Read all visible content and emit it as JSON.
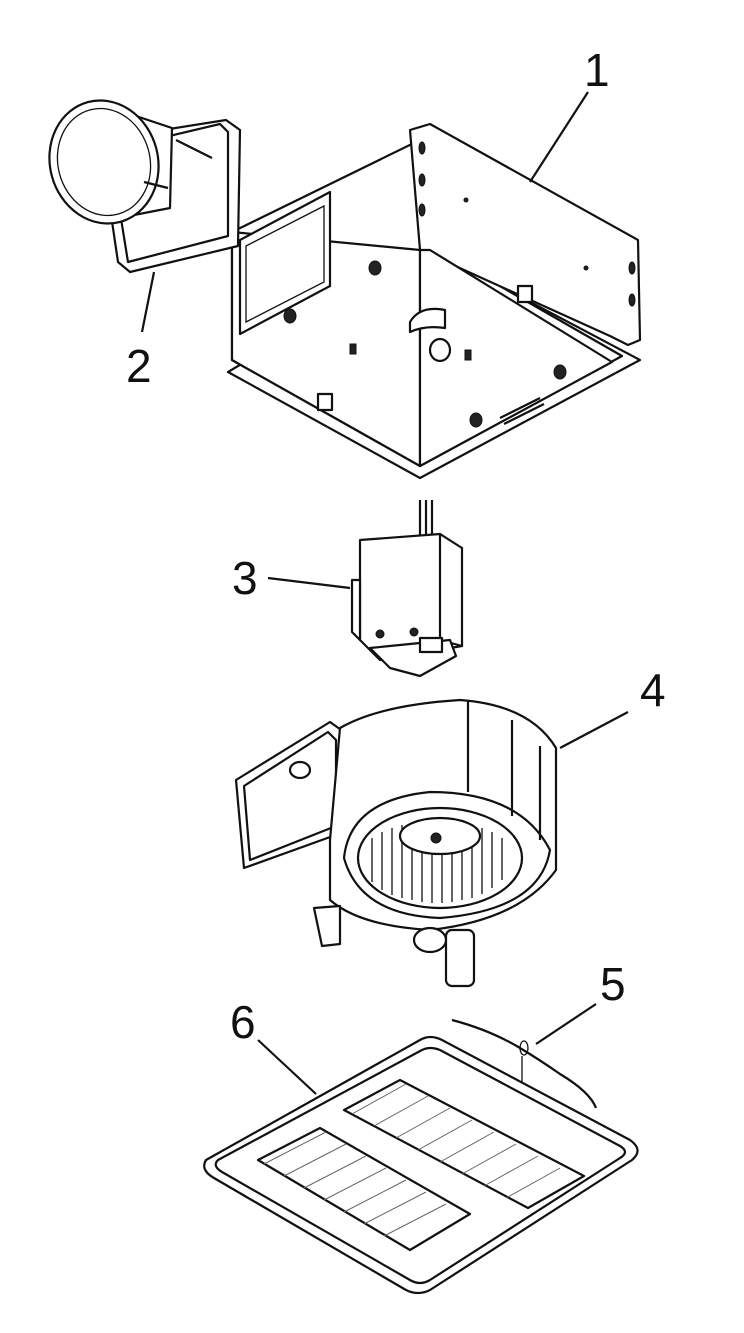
{
  "callouts": [
    {
      "id": "housing",
      "label": "1"
    },
    {
      "id": "duct-connector",
      "label": "2"
    },
    {
      "id": "motor-plate",
      "label": "3"
    },
    {
      "id": "blower-assembly",
      "label": "4"
    },
    {
      "id": "grille-springs",
      "label": "5"
    },
    {
      "id": "grille",
      "label": "6"
    }
  ]
}
